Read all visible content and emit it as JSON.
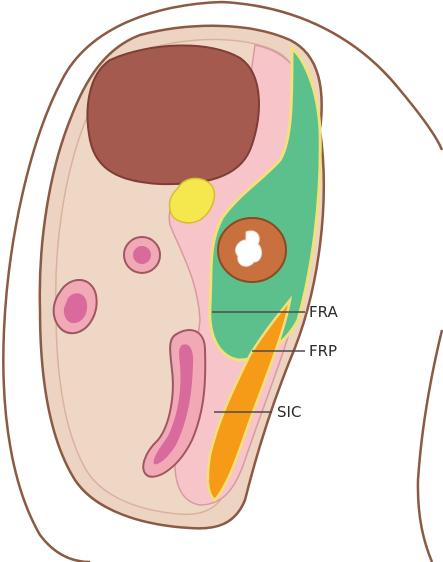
{
  "labels": {
    "fra": "FRA",
    "frp": "FRP",
    "sic": "SIC"
  },
  "colors": {
    "background": "#ffffff",
    "outline": "#8a5a44",
    "tissue_beige": "#edd3c1",
    "tissue_inner_border": "#d9b29c",
    "organ_brown": "#a55a50",
    "pink_space": "#f6c4c9",
    "green_space": "#5cc08c",
    "kidney_brown": "#c9713e",
    "yellow_fat": "#f5e84f",
    "orange_space": "#f59b18",
    "vessel_pink": "#d96a9c",
    "leader_line": "#4a4a4a"
  }
}
